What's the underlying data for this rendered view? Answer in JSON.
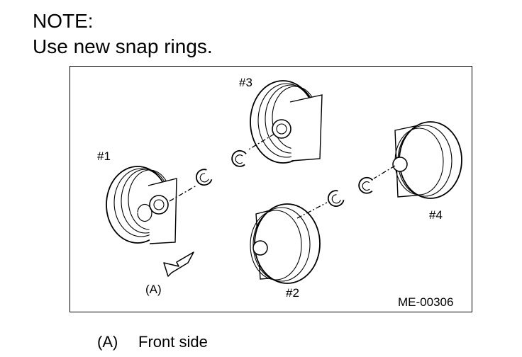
{
  "note": {
    "title": "NOTE:",
    "text": "Use new snap rings."
  },
  "figure": {
    "labels": {
      "piston_1": "#1",
      "piston_2": "#2",
      "piston_3": "#3",
      "piston_4": "#4",
      "arrow": "(A)",
      "code": "ME-00306"
    },
    "icons": [
      "piston-icon",
      "snap-ring-icon",
      "arrow-icon"
    ]
  },
  "legend": {
    "key": "(A)",
    "text": "Front side"
  }
}
